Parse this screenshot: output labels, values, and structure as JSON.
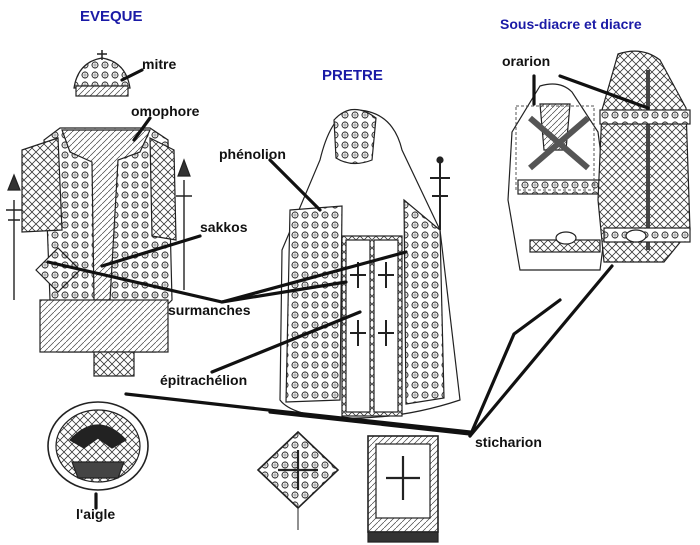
{
  "headings": {
    "bishop": "EVEQUE",
    "priest": "PRETRE",
    "deacons": "Sous-diacre et diacre"
  },
  "labels": {
    "mitre": "mitre",
    "omophore": "omophore",
    "phenolion": "phénolion",
    "sakkos": "sakkos",
    "surmanches": "surmanches",
    "epitrachelion": "épitrachélion",
    "orarion": "orarion",
    "sticharion": "sticharion",
    "eagle": "l'aigle"
  },
  "colors": {
    "heading": "#1a1aa6",
    "label": "#111111",
    "line": "#111111",
    "drawing": "#222222"
  }
}
